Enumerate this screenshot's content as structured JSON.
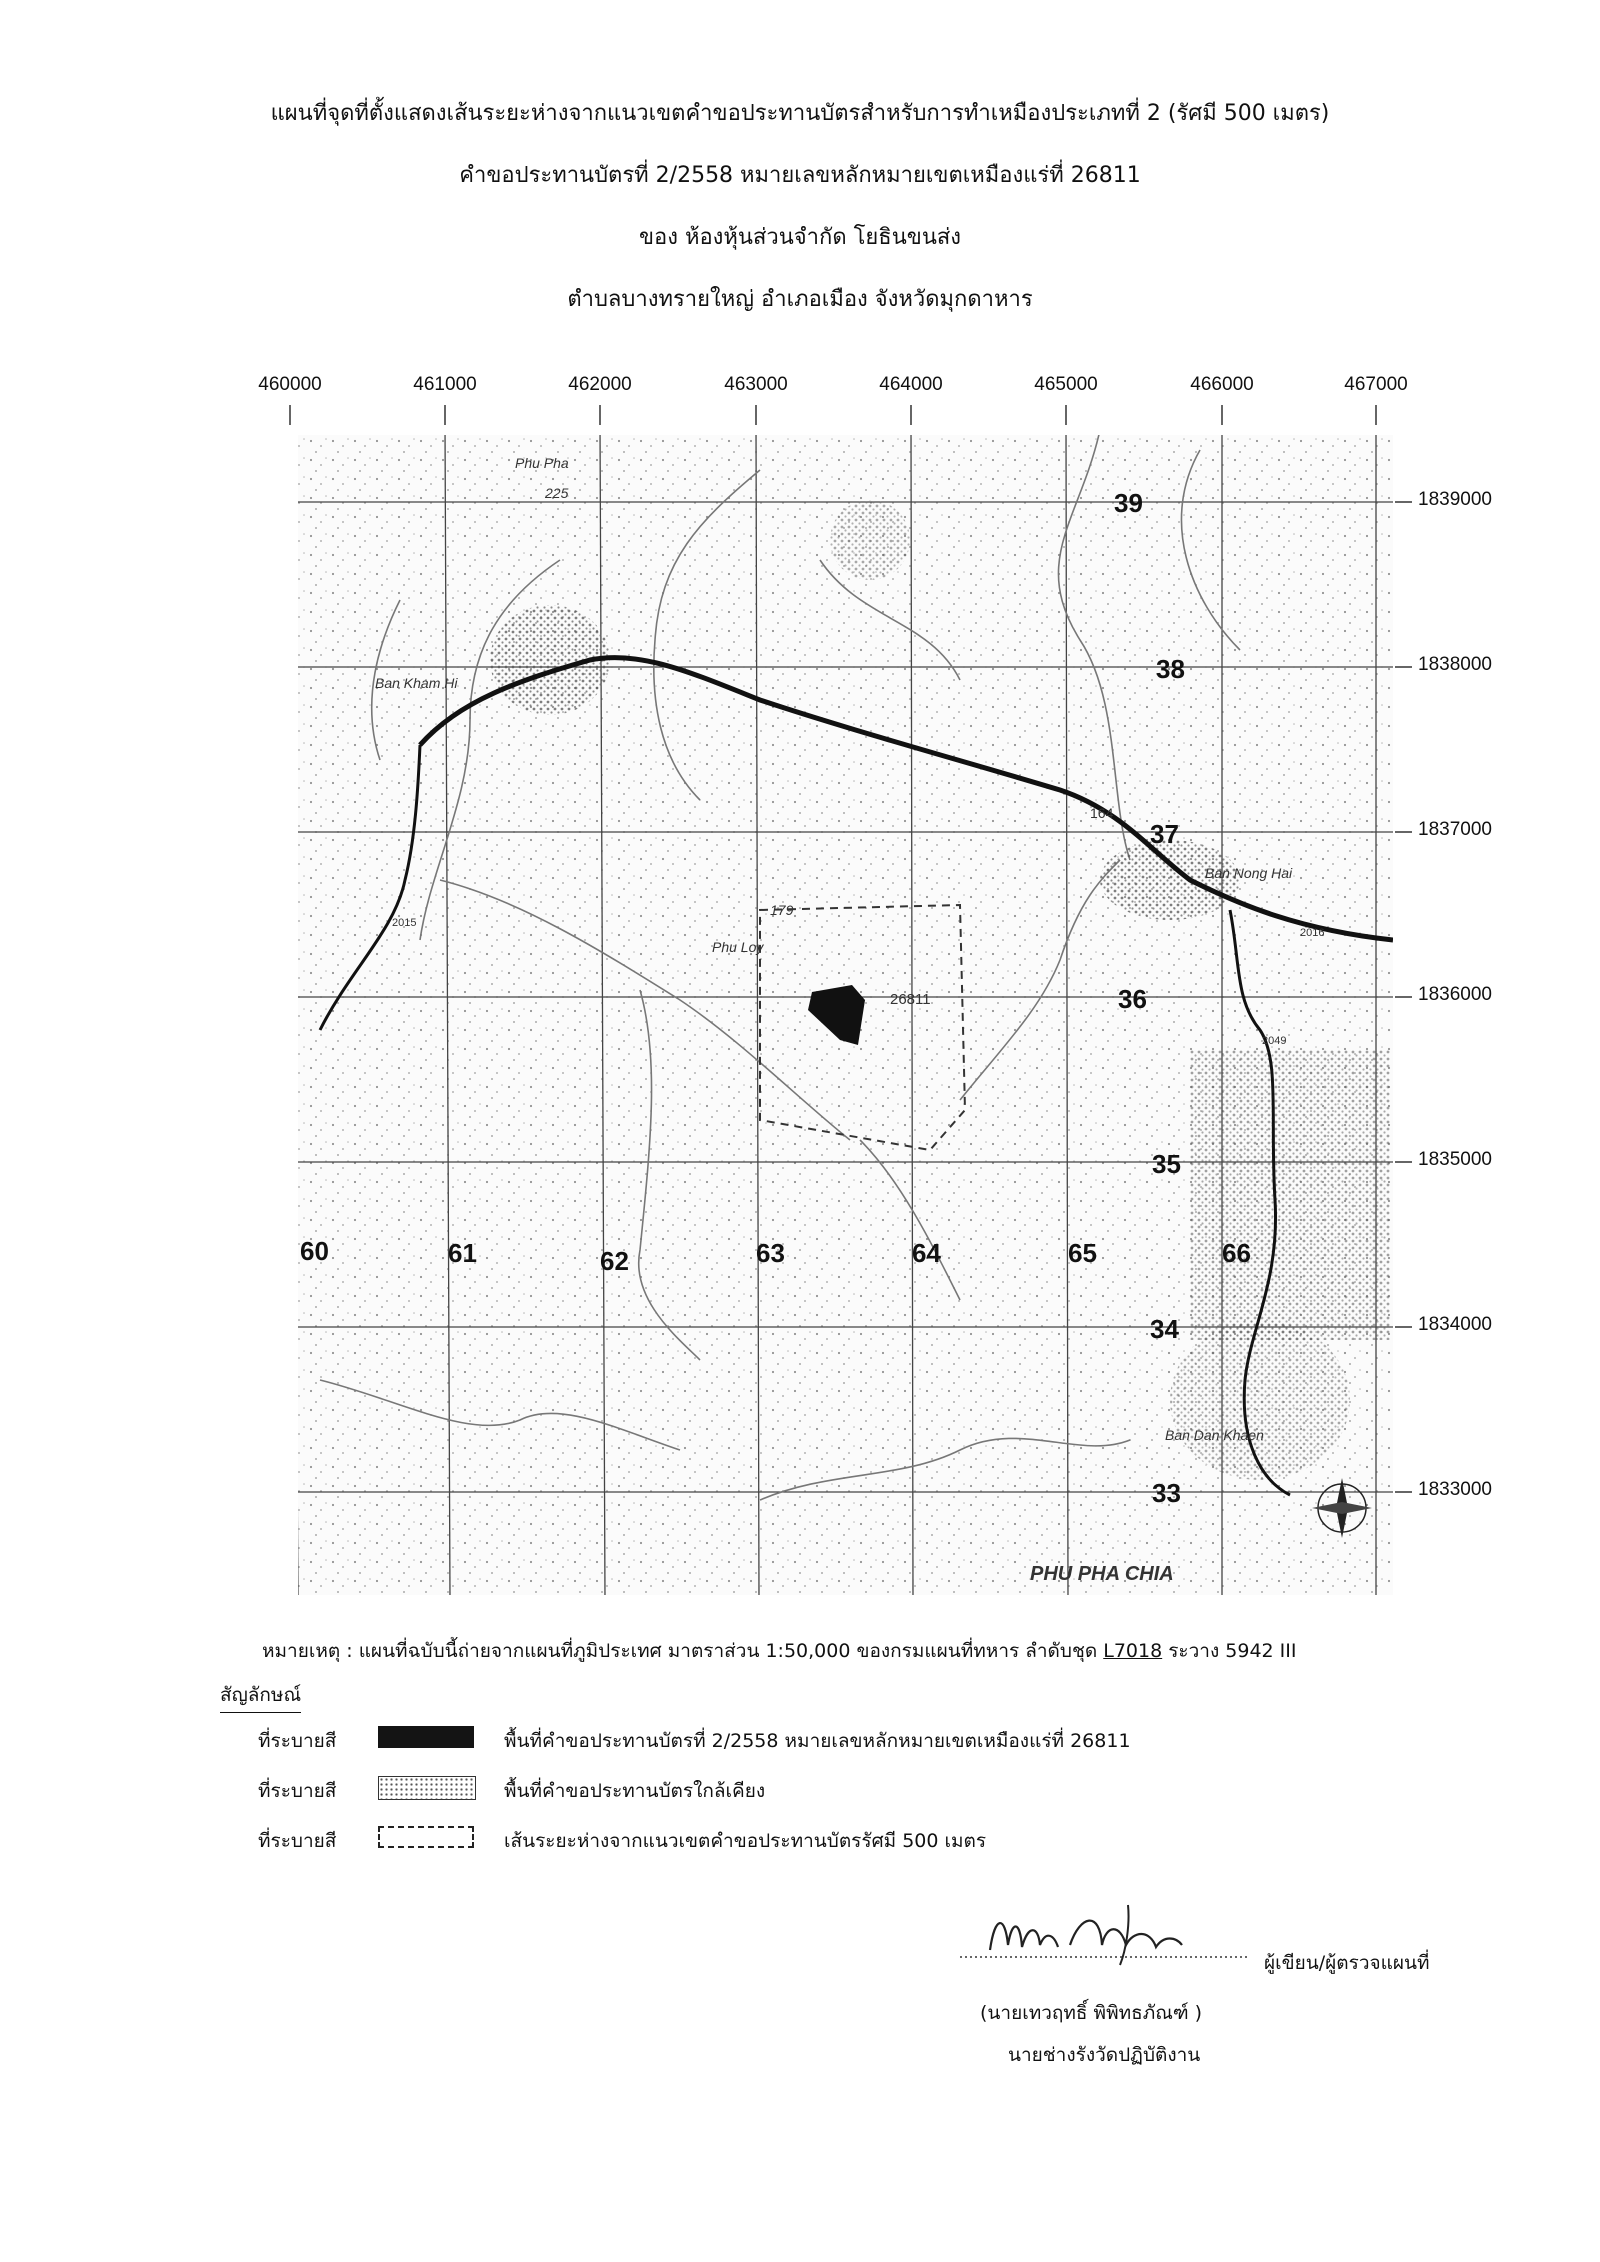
{
  "title": {
    "line1": "แผนที่จุดที่ตั้งแสดงเส้นระยะห่างจากแนวเขตคำขอประทานบัตรสำหรับการทำเหมืองประเภทที่ 2 (รัศมี 500 เมตร)",
    "line2": "คำขอประทานบัตรที่ 2/2558 หมายเลขหลักหมายเขตเหมืองแร่ที่ 26811",
    "line3": "ของ ห้องหุ้นส่วนจำกัด โยธินขนส่ง",
    "line4": "ตำบลบางทรายใหญ่ อำเภอเมือง จังหวัดมุกดาหาร"
  },
  "map": {
    "eastings": [
      "460000",
      "461000",
      "462000",
      "463000",
      "464000",
      "465000",
      "466000",
      "467000"
    ],
    "northings": [
      "1839000",
      "1838000",
      "1837000",
      "1836000",
      "1835000",
      "1834000",
      "1833000"
    ],
    "grid_labels_easting": [
      "60",
      "61",
      "62",
      "63",
      "64",
      "65",
      "66"
    ],
    "grid_labels_northing": [
      "39",
      "38",
      "37",
      "36",
      "35",
      "34",
      "33"
    ],
    "parcel_label": "26811",
    "places": {
      "phu_pha": "Phu Pha",
      "phu_pha_height": "225",
      "phu_loy": "Phu Loy",
      "phu_loy_height": "179",
      "ban_kham_hi": "Ban Kham Hi",
      "ban_nong_hai": "Ban Nong Hai",
      "ban_dan_khaen": "Ban Dan Khaen",
      "phu_pha_chia": "PHU PHA CHIA",
      "road_2015": "2015",
      "road_2016": "2016",
      "road_2049": "2049",
      "spot_164": "164"
    }
  },
  "note": {
    "prefix": "หมายเหตุ : แผนที่ฉบับนี้ถ่ายจากแผนที่ภูมิประเทศ มาตราส่วน 1:50,000 ของกรมแผนที่ทหาร ลำดับชุด ",
    "series": "L7018",
    "suffix": " ระวาง 5942 III"
  },
  "legend": {
    "title": "สัญลักษณ์",
    "items": [
      {
        "prefix": "ที่ระบายสี",
        "style": "solid",
        "text": "พื้นที่คำขอประทานบัตรที่ 2/2558 หมายเลขหลักหมายเขตเหมืองแร่ที่ 26811"
      },
      {
        "prefix": "ที่ระบายสี",
        "style": "dotted",
        "text": "พื้นที่คำขอประทานบัตรใกล้เคียง"
      },
      {
        "prefix": "ที่ระบายสี",
        "style": "dashed",
        "text": "เส้นระยะห่างจากแนวเขตคำขอประทานบัตรรัศมี 500 เมตร"
      }
    ]
  },
  "signature": {
    "role": "ผู้เขียน/ผู้ตรวจแผนที่",
    "name": "(นายเทวฤทธิ์   พิพิทธภัณฑ์ )",
    "position": "นายช่างรังวัดปฏิบัติงาน"
  }
}
